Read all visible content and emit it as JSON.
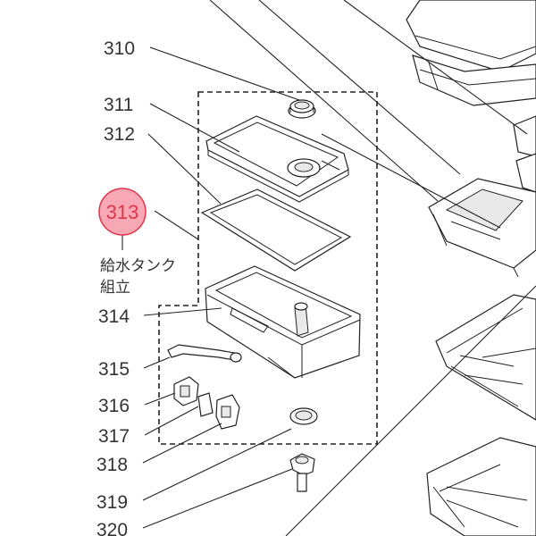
{
  "labels": {
    "p310": "310",
    "p311": "311",
    "p312": "312",
    "p313": "313",
    "p314": "314",
    "p315": "315",
    "p316": "316",
    "p317": "317",
    "p318": "318",
    "p319": "319",
    "p320": "320"
  },
  "assembly_name": {
    "line1": "給水タンク",
    "line2": "組立"
  },
  "colors": {
    "highlight_fill": "#f7a8b4",
    "highlight_stroke": "#e0344a",
    "line": "#222222"
  }
}
